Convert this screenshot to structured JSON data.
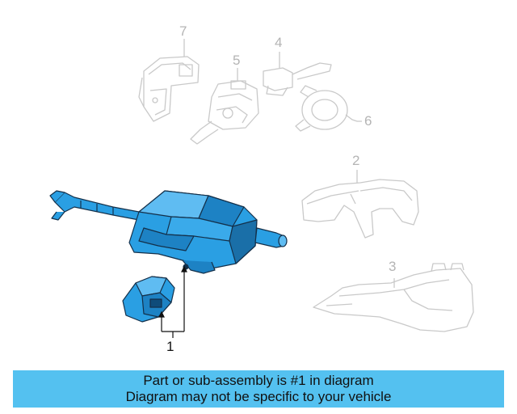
{
  "callouts": {
    "c1": "1",
    "c2": "2",
    "c3": "3",
    "c4": "4",
    "c5": "5",
    "c6": "6",
    "c7": "7"
  },
  "banner": {
    "line1": "Part or sub-assembly is #1 in diagram",
    "line2": "Diagram may not be specific to your vehicle"
  },
  "colors": {
    "highlight_part": "#2a9fe3",
    "faded_part_stroke": "#c8c8c8",
    "banner_bg": "#54c1f0"
  }
}
